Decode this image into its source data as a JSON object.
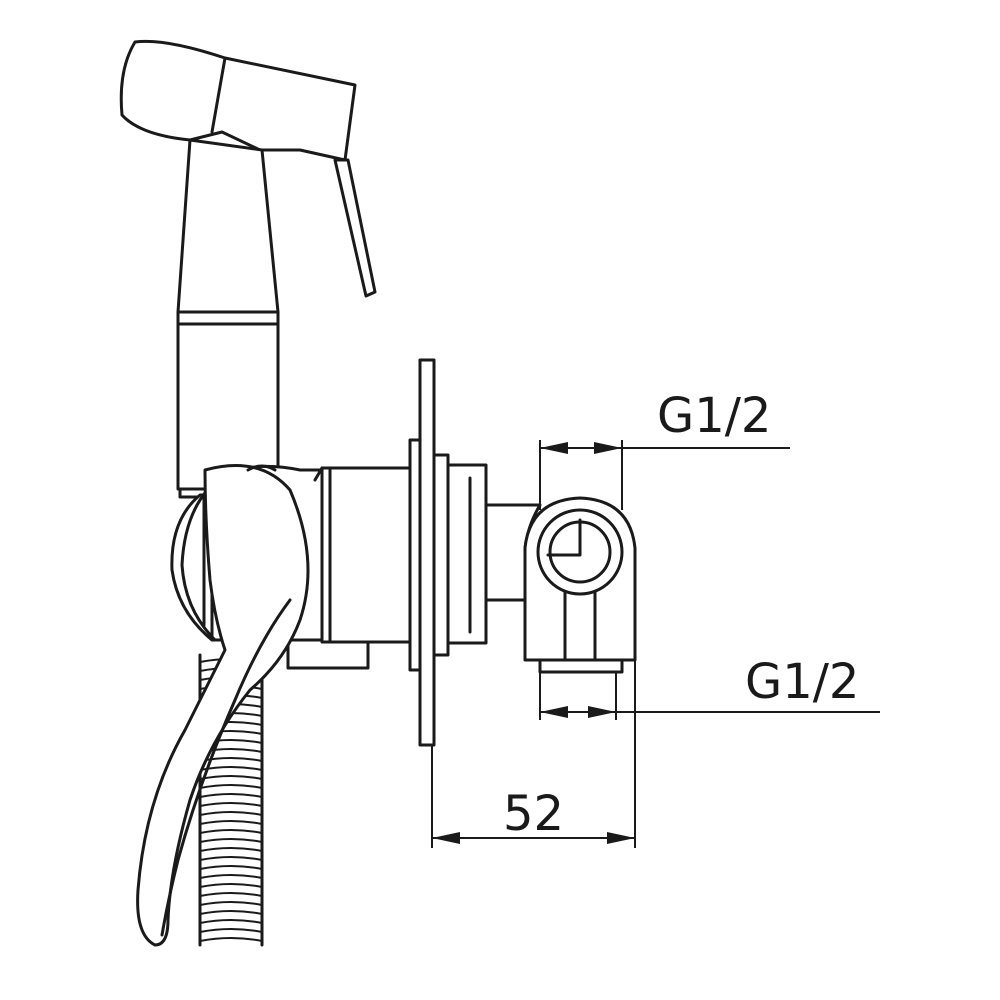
{
  "dimensions": {
    "top_thread": "G1/2",
    "bottom_thread": "G1/2",
    "width": "52"
  }
}
